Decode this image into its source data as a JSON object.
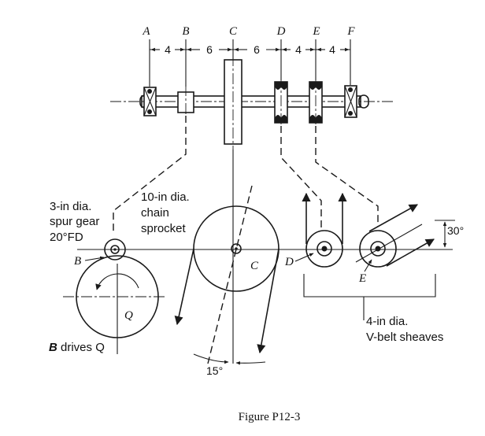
{
  "bearing_labels": [
    "A",
    "B",
    "C",
    "D",
    "E",
    "F"
  ],
  "spacings": [
    "4",
    "6",
    "6",
    "4",
    "4"
  ],
  "spur_gear": {
    "line1": "3-in dia.",
    "line2": "spur gear",
    "line3": "20°FD",
    "ref": "B"
  },
  "sprocket": {
    "line1": "10-in dia.",
    "line2": "chain",
    "line3": "sprocket",
    "ref": "C"
  },
  "driven": {
    "ref": "Q",
    "note_prefix": "B",
    "note_suffix": " drives Q"
  },
  "sheaves": {
    "line1": "4-in dia.",
    "line2": "V-belt sheaves",
    "ref_d": "D",
    "ref_e": "E"
  },
  "angles": {
    "belt": "30°",
    "chain": "15°"
  },
  "caption": "Figure P12-3",
  "colors": {
    "ink": "#1a1a1a",
    "background": "#ffffff"
  }
}
